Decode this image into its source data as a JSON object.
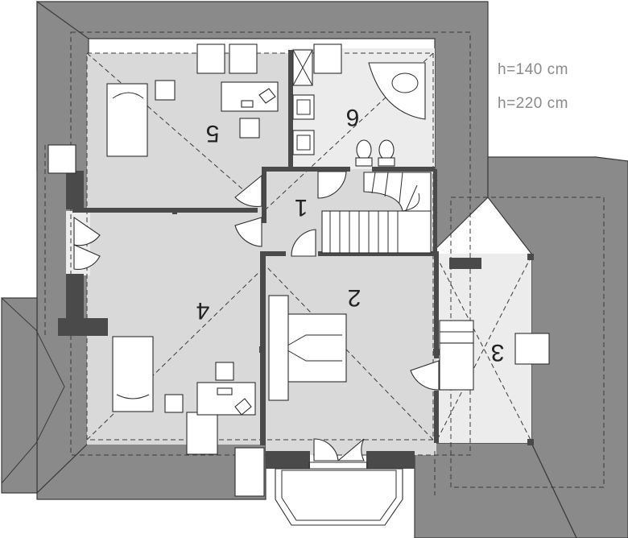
{
  "heights": [
    {
      "label": "h=140 cm"
    },
    {
      "label": "h=220 cm"
    }
  ],
  "rooms": [
    {
      "number": "1"
    },
    {
      "number": "2"
    },
    {
      "number": "3"
    },
    {
      "number": "4"
    },
    {
      "number": "5"
    },
    {
      "number": "6"
    }
  ],
  "colors": {
    "roof": "#8a8a8a",
    "floor": "#d9d9d9",
    "wall": "#4a4a4a",
    "label": "#8a8a8a"
  }
}
